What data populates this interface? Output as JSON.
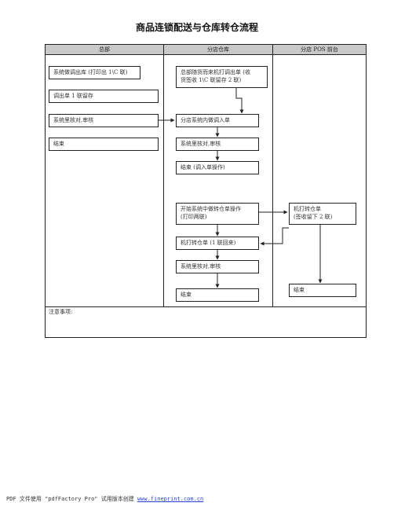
{
  "title": "商品连锁配送与仓库转仓流程",
  "lanes": [
    "总部",
    "分店仓库",
    "分店 POS 前台"
  ],
  "boxes": {
    "hq_1": "系统做调出库 (打印出 1\\C 联)",
    "hq_2": "调出单 1 联留存",
    "hq_3": "系统里核对,审核",
    "hq_4": "结束",
    "wh_1": "总部随货而来机打调出单 (收\n货签收 1\\C 联留存 2 联)",
    "wh_2": "分店系统内做调入单",
    "wh_3": "系统里核对,审核",
    "wh_4": "结束 (调入单操作)",
    "wh_5": "开始系统中做转仓单操作\n(打印两联)",
    "wh_6": "机打转仓单 (1 联回来)",
    "wh_7": "系统里核对,审核",
    "wh_8": "结束",
    "pos_1": "机打转仓单\n(签收留下 2 联)",
    "pos_2": "结束"
  },
  "notes_label": "注意事项:",
  "footer": {
    "text": "PDF 文件使用 \"pdfFactory Pro\" 试用版本创建 ",
    "link": "www.fineprint.com.cn"
  }
}
